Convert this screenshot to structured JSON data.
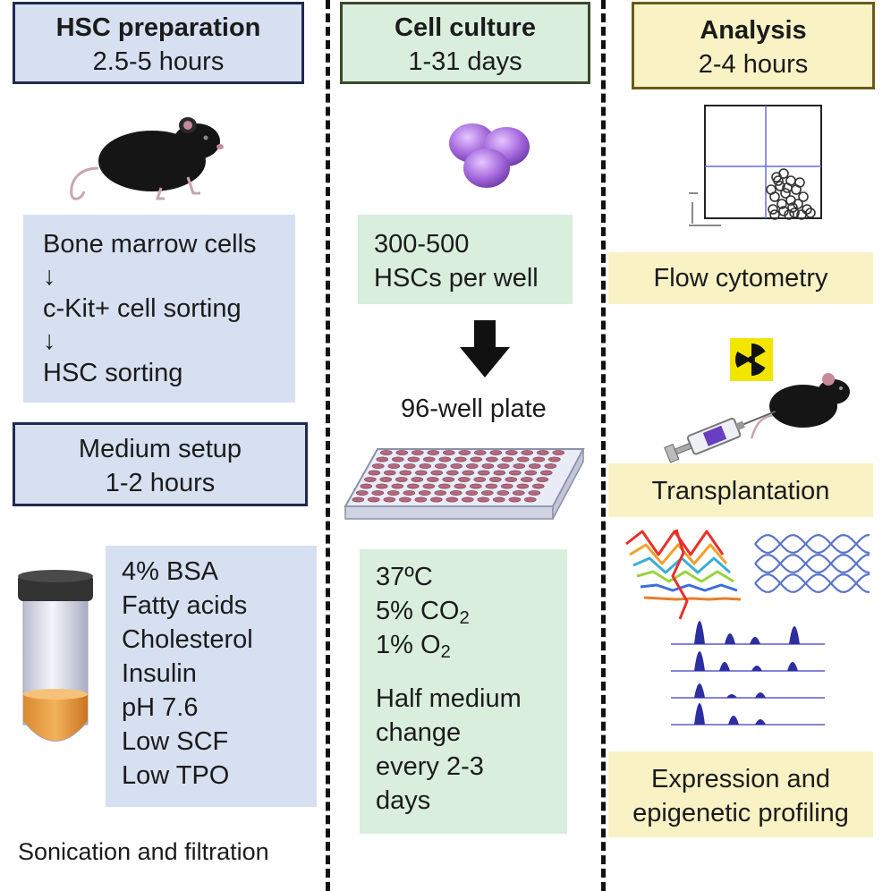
{
  "columns": {
    "preparation": {
      "title": "HSC preparation",
      "duration": "2.5-5 hours",
      "steps": [
        "Bone marrow cells",
        "↓",
        "c-Kit+ cell sorting",
        "↓",
        "HSC sorting"
      ],
      "medium": {
        "title": "Medium setup",
        "duration": "1-2 hours",
        "components": [
          "4% BSA",
          "Fatty acids",
          "Cholesterol",
          "Insulin",
          "pH 7.6",
          "Low SCF",
          "Low TPO"
        ],
        "footer": "Sonication and filtration"
      }
    },
    "culture": {
      "title": "Cell culture",
      "duration": "1-31 days",
      "seeding": [
        "300-500",
        "HSCs per well"
      ],
      "plate": "96-well plate",
      "conditions": {
        "temperature": "37ºC",
        "co2_prefix": "5% CO",
        "co2_sub": "2",
        "o2_prefix": "1% O",
        "o2_sub": "2"
      },
      "medium_change": [
        "Half medium",
        "change",
        "every 2-3",
        "days"
      ]
    },
    "analysis": {
      "title": "Analysis",
      "duration": "2-4 hours",
      "flow": "Flow cytometry",
      "transplant": "Transplantation",
      "profiling": [
        "Expression and",
        "epigenetic profiling"
      ]
    }
  },
  "colors": {
    "prep_header": "#d6e0f1",
    "culture_header": "#d9eedd",
    "analysis_header": "#f8f2c4",
    "header_border_prep": "#1f2a52",
    "header_border_culture": "#3a4a2a",
    "header_border_analysis": "#6b5a1a",
    "cell_purple": "#9b5fd0",
    "trace_blue": "#2d2ea0"
  },
  "icons": [
    "mouse-icon",
    "cells-icon",
    "down-arrow-icon",
    "well-plate-icon",
    "tube-icon",
    "flow-plot-icon",
    "radiation-icon",
    "syringe-icon",
    "dna-strands-icon",
    "chromatin-tracks-icon"
  ]
}
